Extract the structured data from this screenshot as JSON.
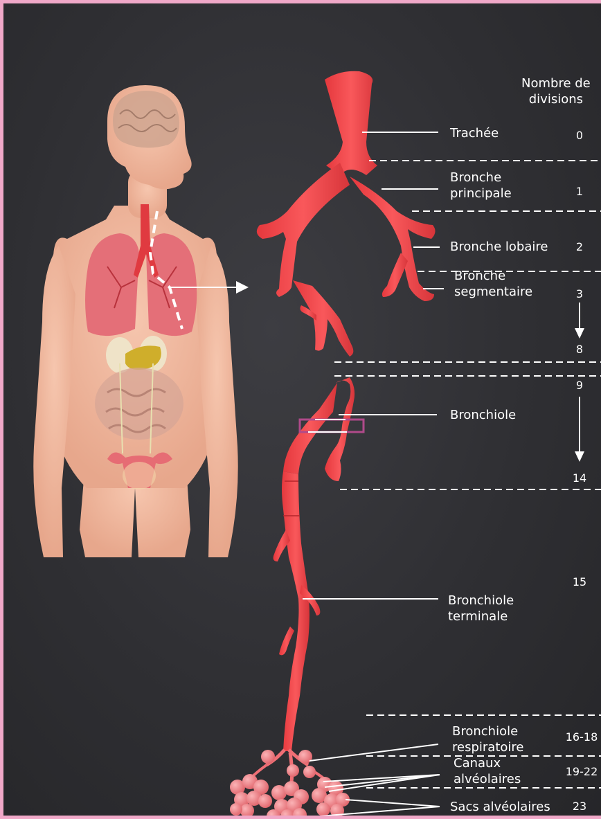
{
  "header": {
    "line1": "Nombre de",
    "line2": "divisions"
  },
  "levels": [
    {
      "label_line1": "Trachée",
      "label_line2": "",
      "divisions": "0"
    },
    {
      "label_line1": "Bronche",
      "label_line2": "principale",
      "divisions": "1"
    },
    {
      "label_line1": "Bronche lobaire",
      "label_line2": "",
      "divisions": "2"
    },
    {
      "label_line1": "Bronche",
      "label_line2": "segmentaire",
      "divisions": "3"
    },
    {
      "label_line1": "",
      "label_line2": "",
      "divisions": "8"
    },
    {
      "label_line1": "Bronchiole",
      "label_line2": "",
      "divisions": "9"
    },
    {
      "label_line1": "",
      "label_line2": "",
      "divisions": "14"
    },
    {
      "label_line1": "Bronchiole",
      "label_line2": "terminale",
      "divisions": "15"
    },
    {
      "label_line1": "Bronchiole",
      "label_line2": "respiratoire",
      "divisions": "16-18"
    },
    {
      "label_line1": "Canaux",
      "label_line2": "alvéolaires",
      "divisions": "19-22"
    },
    {
      "label_line1": "Sacs alvéolaires",
      "label_line2": "",
      "divisions": "23"
    }
  ],
  "colors": {
    "airway": "#f24a4d",
    "airway_dark": "#c9282d",
    "alveoli": "#f07b80",
    "skin": "#f0b69d",
    "lung": "#e8707a",
    "frame_border": "#f0a8c8",
    "background": "#2f2f33",
    "highlight_box": "#b04a8a"
  },
  "icons": [
    "down-arrow-icon",
    "pointer-arrow-icon"
  ]
}
